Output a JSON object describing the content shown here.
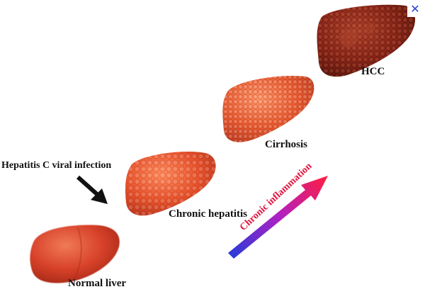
{
  "stages": [
    {
      "id": "normal",
      "label": "Normal liver"
    },
    {
      "id": "chronic",
      "label": "Chronic hepatitis"
    },
    {
      "id": "cirrhosis",
      "label": "Cirrhosis"
    },
    {
      "id": "hcc",
      "label": "HCC"
    }
  ],
  "annotations": {
    "infection_label": "Hepatitis C viral infection",
    "inflammation_label": "Chronic inflammation"
  },
  "controls": {
    "close_glyph": "✕",
    "close_icon": "close-icon"
  },
  "colors": {
    "normal_liver": "#d7412a",
    "chronic_liver": "#e8532c",
    "cirrhosis_liver": "#ea5a2f",
    "hcc_liver": "#8a2517",
    "gradient_start": "#2b3ad8",
    "gradient_mid": "#b21fc2",
    "gradient_end": "#ff1e40",
    "close_blue": "#2a3fd6"
  }
}
